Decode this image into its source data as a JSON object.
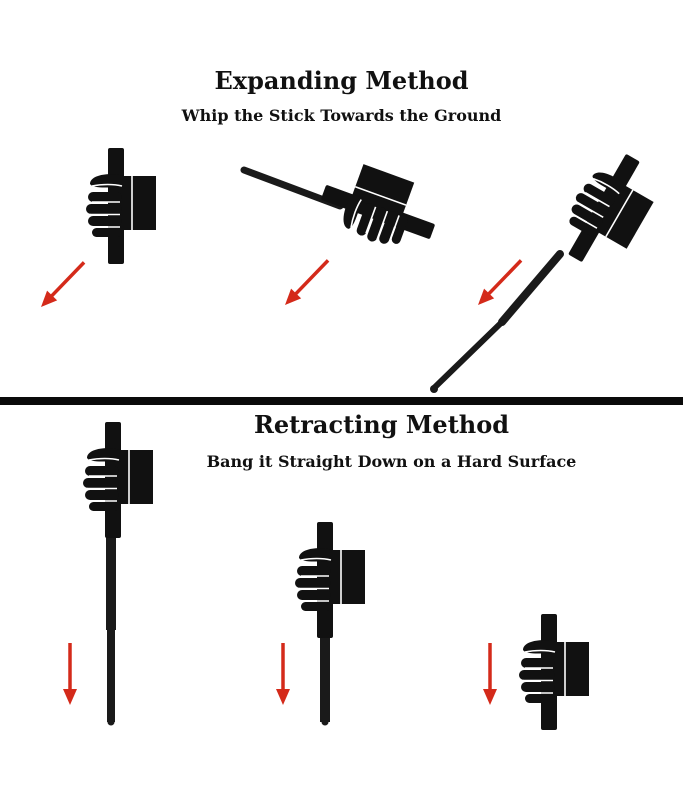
{
  "expanding": {
    "title": "Expanding Method",
    "subtitle": "Whip the Stick Towards the Ground"
  },
  "retracting": {
    "title": "Retracting Method",
    "subtitle": "Bang it Straight Down on a Hard Surface"
  },
  "colors": {
    "arrow": "#d42a1a",
    "stick": "#1a1a1a",
    "divider": "#0a0a0a"
  }
}
